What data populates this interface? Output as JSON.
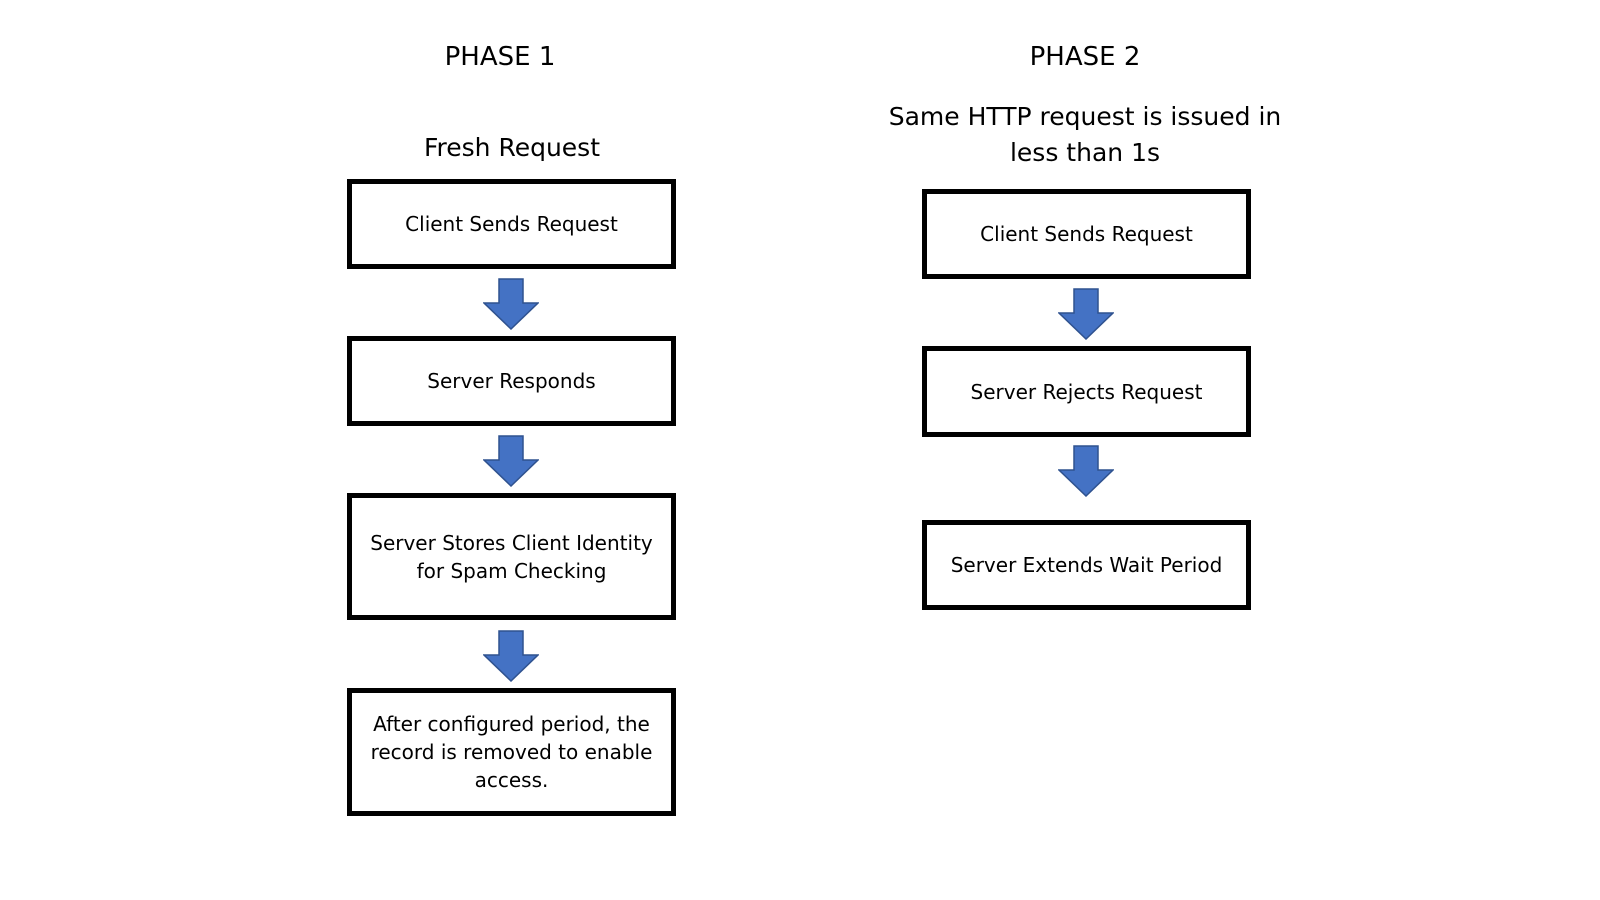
{
  "phases": [
    {
      "title": "PHASE 1",
      "subtitle": "Fresh Request",
      "steps": [
        "Client Sends Request",
        "Server Responds",
        "Server Stores Client Identity for Spam Checking",
        "After configured period, the record is removed to enable access."
      ]
    },
    {
      "title": "PHASE 2",
      "subtitle": "Same HTTP request is issued in less than 1s",
      "steps": [
        "Client Sends Request",
        "Server Rejects Request",
        "Server Extends Wait Period"
      ]
    }
  ],
  "colors": {
    "arrow_fill": "#4472C4",
    "arrow_stroke": "#2F528F",
    "box_border": "#000000"
  },
  "icons": {
    "arrow": "down-arrow-icon"
  }
}
